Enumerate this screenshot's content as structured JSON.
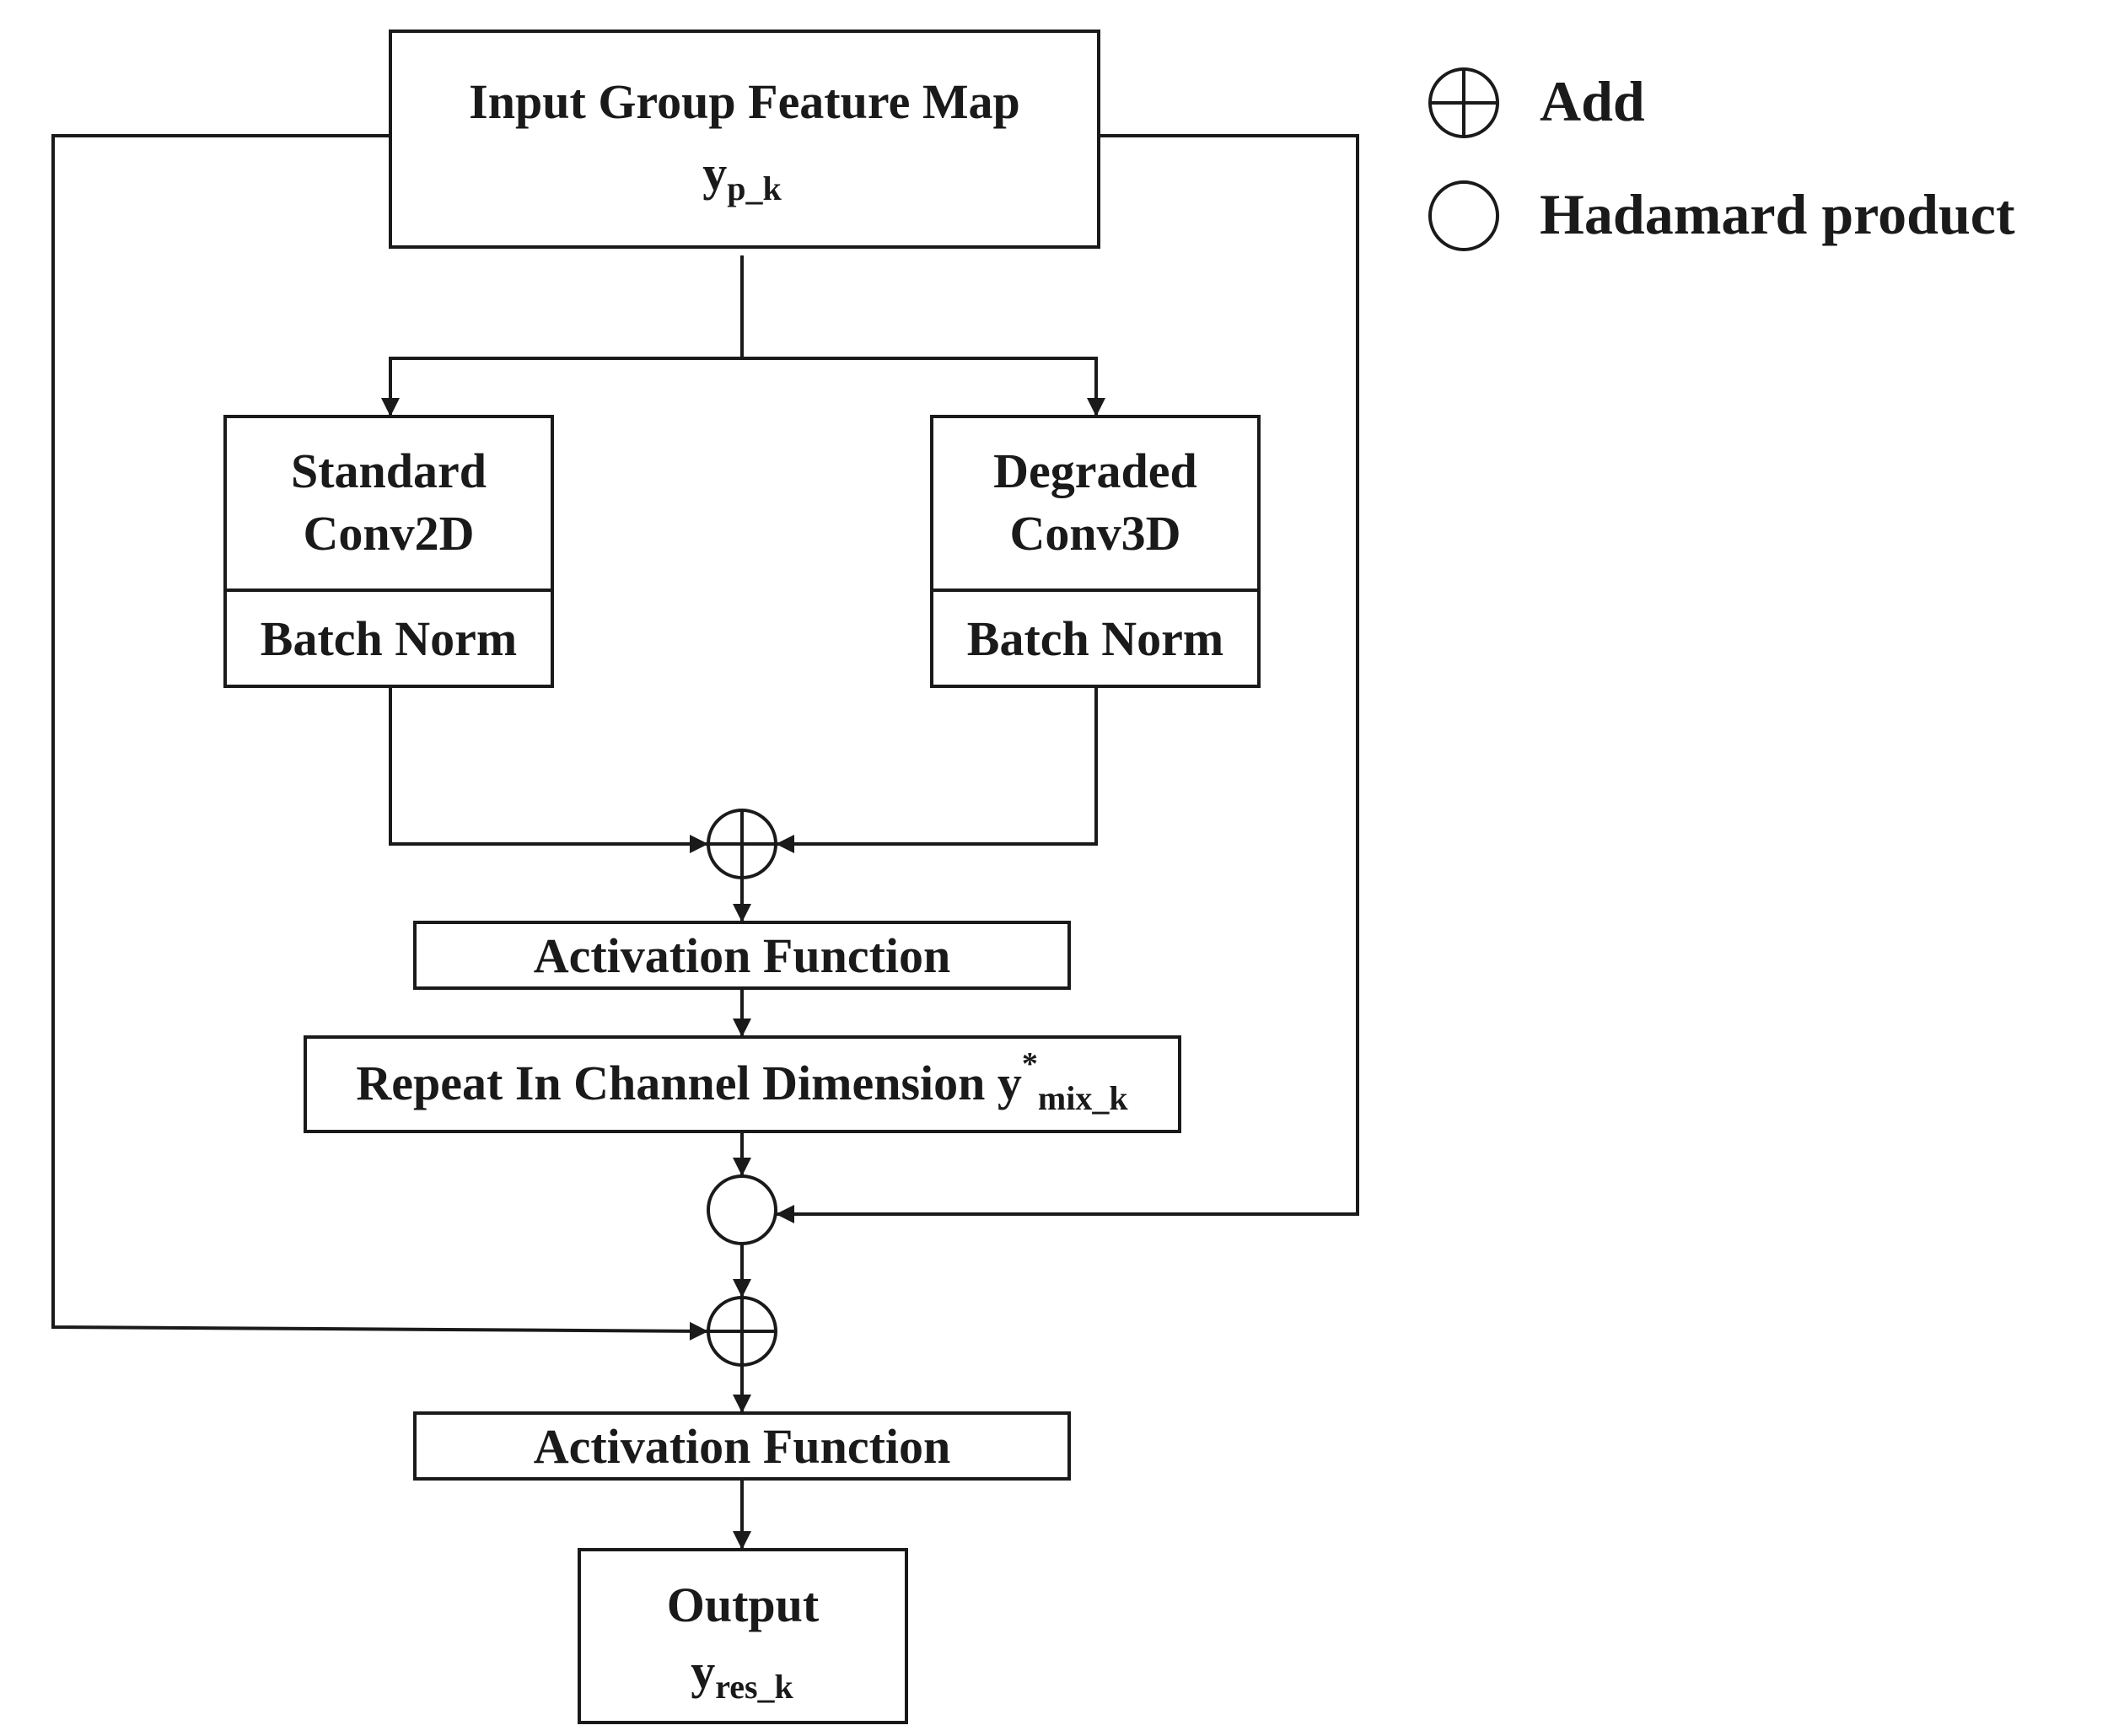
{
  "input_box": {
    "title": "Input Group Feature Map",
    "symbol": "y",
    "subscript": "p_k"
  },
  "branch_left": {
    "line1": "Standard",
    "line2": "Conv2D",
    "norm": "Batch Norm"
  },
  "branch_right": {
    "line1": "Degraded",
    "line2": "Conv3D",
    "norm": "Batch Norm"
  },
  "activation_1": "Activation Function",
  "repeat_box": {
    "text": "Repeat In Channel Dimension y",
    "superscript": "*",
    "subscript": "mix_k"
  },
  "activation_2": "Activation Function",
  "output_box": {
    "title": "Output",
    "symbol": "y",
    "subscript": "res_k"
  },
  "legend": {
    "add": "Add",
    "hadamard": "Hadamard product"
  },
  "colors": {
    "line": "#1a1a1a",
    "background": "#ffffff"
  }
}
